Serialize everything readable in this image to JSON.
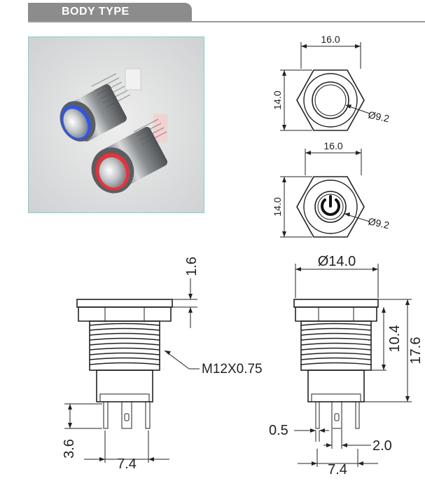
{
  "header": {
    "title": "BODY TYPE"
  },
  "front_view_1": {
    "width": "16.0",
    "height": "14.0",
    "diameter": "Ø9.2"
  },
  "front_view_2": {
    "width": "16.0",
    "height": "14.0",
    "diameter": "Ø9.2"
  },
  "side_view_left": {
    "head_thickness": "1.6",
    "thread": "M12X0.75",
    "terminal_length": "3.6",
    "terminal_spacing": "7.4"
  },
  "side_view_right": {
    "diameter": "Ø14.0",
    "thread_length": "10.4",
    "total_length": "17.6",
    "terminal_width": "0.5",
    "pin_offset": "2.0",
    "terminal_spacing": "7.4"
  },
  "colors": {
    "header_bg": "#8c8c8c",
    "photo_border": "#7fd3d8",
    "blue_ring": "#2f55e8",
    "red_ring": "#e8323c"
  }
}
